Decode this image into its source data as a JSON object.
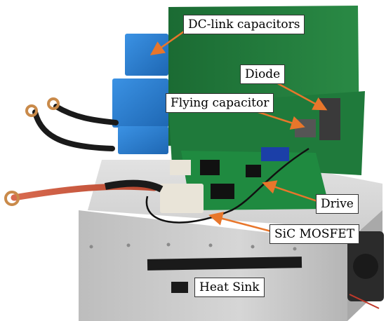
{
  "labels": {
    "dc_link": "DC-link capacitors",
    "diode": "Diode",
    "flying_capacitor": "Flying capacitor",
    "drive": "Drive",
    "sic_mosfet": "SiC MOSFET",
    "heat_sink": "Heat Sink"
  },
  "colors": {
    "arrow": "#e8762b",
    "label_border": "#333333",
    "pcb": "#1d7a3a",
    "capacitor": "#2b7fd4",
    "heatsink": "#c9c9c9"
  }
}
